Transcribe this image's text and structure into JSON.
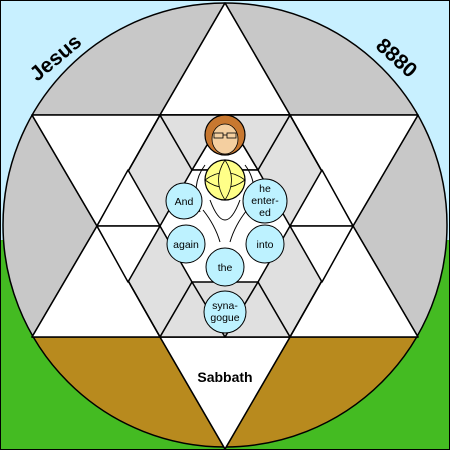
{
  "corner_labels": {
    "left": "Jesus",
    "right": "8880"
  },
  "bottom_label": "Sabbath",
  "bubbles": {
    "and": [
      "And"
    ],
    "he_entered": [
      "he",
      "enter-",
      "ed"
    ],
    "again": [
      "again"
    ],
    "into": [
      "into"
    ],
    "the": [
      "the"
    ],
    "synagogue": [
      "syna-",
      "gogue"
    ]
  },
  "colors": {
    "sky": "#c8f0ff",
    "grass": "#44bb22",
    "circle_top": "#c8c8c8",
    "circle_bottom": "#b88a1e",
    "triangle_light": "#e0e0e0",
    "triangle_white": "#ffffff",
    "bubble": "#bdf2ff",
    "head": "#c87830",
    "face": "#f4cfa0",
    "halo": "#ffff88"
  },
  "icons": [
    "jesus-figure-icon",
    "hexagram-icon"
  ]
}
